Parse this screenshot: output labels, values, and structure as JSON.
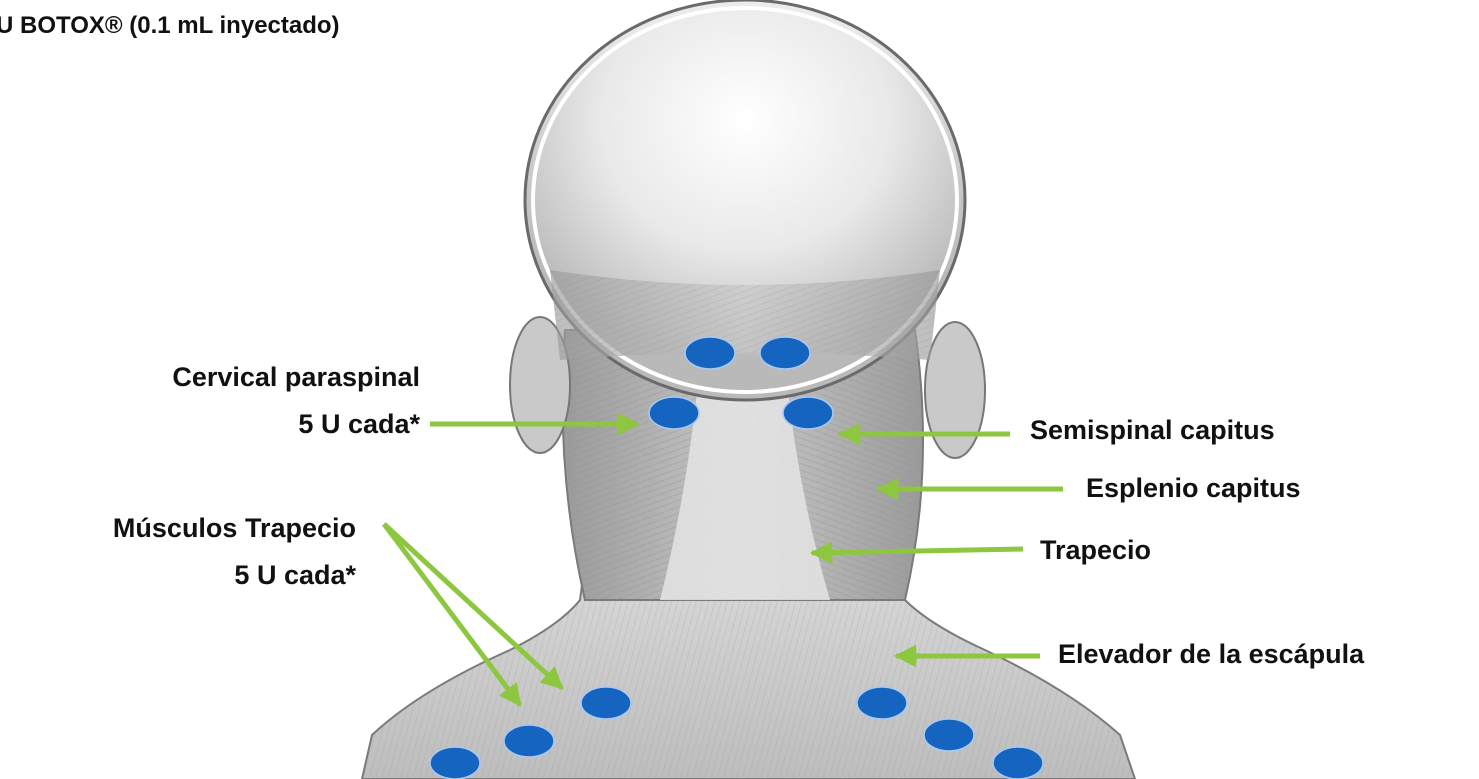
{
  "title": "U BOTOX® (0.1 mL inyectado)",
  "labels_left": {
    "cervical_name": "Cervical paraspinal",
    "cervical_dose": "5 U cada*",
    "trapecio_name": "Músculos Trapecio",
    "trapecio_dose": "5 U cada*"
  },
  "labels_right": {
    "semispinal": "Semispinal capitus",
    "esplenio": "Esplenio capitus",
    "trapecio": "Trapecio",
    "elevador": "Elevador de la escápula"
  },
  "colors": {
    "arrow": "#8dc63f",
    "injection_dot": "#1565c0",
    "dot_outline": "#aac8f0",
    "illustration": "#cfcfcf"
  },
  "injection_site_count": 10
}
